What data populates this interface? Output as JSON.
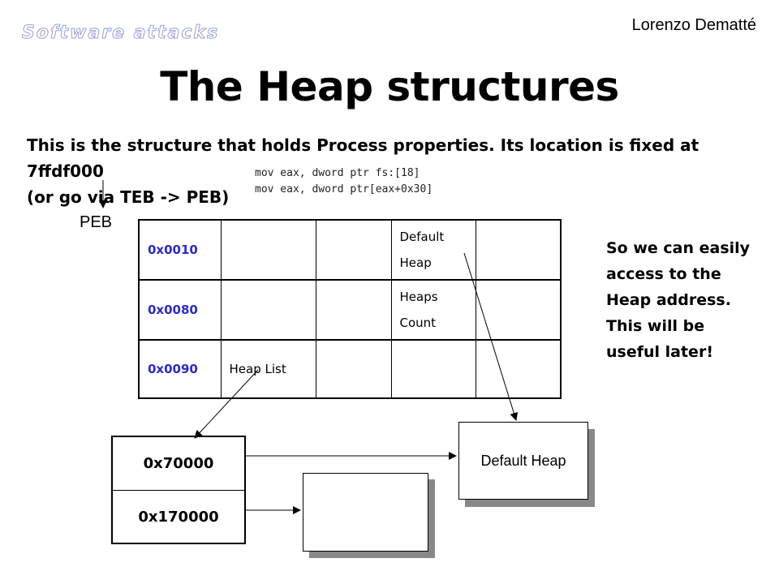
{
  "header": {
    "watermark": "Software attacks",
    "author": "Lorenzo Dematté",
    "title": "The Heap structures"
  },
  "intro": {
    "line1": "This is the structure that holds Process properties. Its location is fixed at 7ffdf000",
    "line2": "(or go via TEB -> PEB)"
  },
  "code": {
    "line1": "mov eax, dword ptr fs:[18]",
    "line2": "mov eax, dword ptr[eax+0x30]"
  },
  "peb": {
    "label": "PEB",
    "rows": [
      {
        "offset": "0x0010",
        "c1": "",
        "c2": "",
        "c3_line1": "Default",
        "c3_line2": "Heap",
        "c4": ""
      },
      {
        "offset": "0x0080",
        "c1": "",
        "c2": "",
        "c3_line1": "Heaps",
        "c3_line2": "Count",
        "c4": ""
      },
      {
        "offset": "0x0090",
        "c1": "Heap List",
        "c2": "",
        "c3_line1": "",
        "c3_line2": "",
        "c4": ""
      }
    ]
  },
  "note": {
    "line1": "So we can easily",
    "line2": "access to the",
    "line3": "Heap address.",
    "line4": "This will be",
    "line5": "useful later!"
  },
  "heap_list": {
    "entry1": "0x70000",
    "entry2": "0x170000"
  },
  "default_heap": {
    "label": "Default Heap"
  },
  "colors": {
    "offset_text": "#2b2bcc",
    "watermark": "#9aa0d8"
  }
}
